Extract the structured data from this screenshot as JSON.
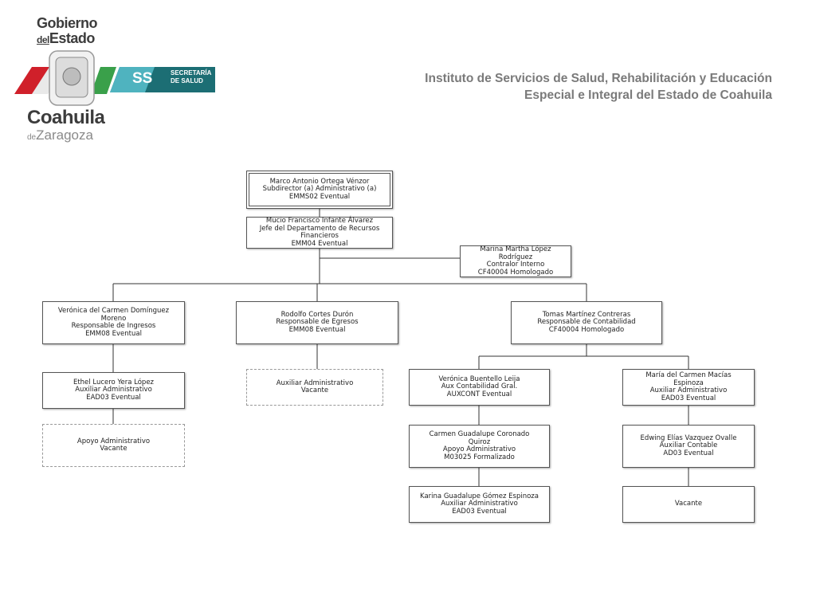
{
  "header": {
    "title_line1": "Instituto de Servicios de Salud, Rehabilitación y Educación",
    "title_line2": "Especial e Integral del Estado de Coahuila"
  },
  "logo": {
    "gobierno": "Gobierno",
    "del": "del",
    "estado": "Estado",
    "coahuila": "Coahuila",
    "de": "de",
    "zaragoza": "Zaragoza",
    "ss": "SS",
    "secretaria": "SECRETARÍA",
    "de_salud": "DE SALUD",
    "colors": {
      "red": "#d0202a",
      "green": "#3aa04a",
      "teal": "#1c6e74",
      "light_teal": "#4fb3bf"
    }
  },
  "org": {
    "subdirector": [
      "Marco Antonio Ortega Vénzor",
      "Subdirector (a) Administrativo (a)",
      "EMMS02 Eventual"
    ],
    "jefe": [
      "Mucio Francisco Infante Álvarez",
      "Jefe del Departamento de Recursos Financieros",
      "EMM04 Eventual"
    ],
    "contralor": [
      "Marina Martha López",
      "Rodríguez",
      "Contralor Interno",
      "CF40004 Homologado"
    ],
    "ingresos": [
      "Verónica del Carmen Domínguez",
      "Moreno",
      "Responsable de Ingresos",
      "EMM08 Eventual"
    ],
    "egresos": [
      "Rodolfo Cortes Durón",
      "Responsable de Egresos",
      "EMM08 Eventual"
    ],
    "contabilidad": [
      "Tomas Martínez Contreras",
      "Responsable de Contabilidad",
      "CF40004 Homologado"
    ],
    "ethel": [
      "Ethel Lucero Yera López",
      "Auxiliar Administrativo",
      "EAD03 Eventual"
    ],
    "apoyo_vacante": [
      "Apoyo Administrativo",
      "Vacante"
    ],
    "aux_egresos_vacante": [
      "Auxiliar Administrativo",
      "Vacante"
    ],
    "veronica_b": [
      "Verónica Buentello Leija",
      "Aux Contabilidad Gral.",
      "AUXCONT Eventual"
    ],
    "maria_macias": [
      "María del Carmen Macías",
      "Espinoza",
      "Auxiliar Administrativo",
      "EAD03 Eventual"
    ],
    "carmen_coronado": [
      "Carmen Guadalupe Coronado",
      "Quiroz",
      "Apoyo Administrativo",
      "M03025 Formalizado"
    ],
    "edwing": [
      "Edwing Elías Vazquez Ovalle",
      "Auxiliar Contable",
      "AD03 Eventual"
    ],
    "karina": [
      "Karina Guadalupe Gómez Espinoza",
      "Auxiliar Administrativo",
      "EAD03 Eventual"
    ],
    "vacante": [
      "Vacante"
    ]
  }
}
